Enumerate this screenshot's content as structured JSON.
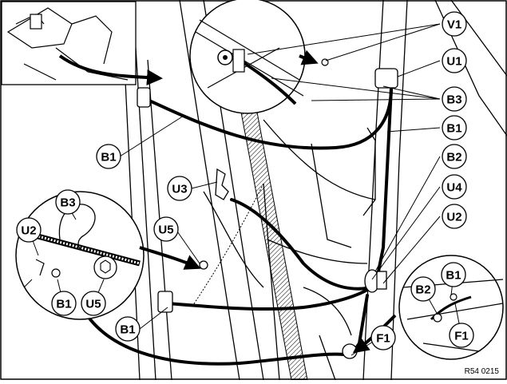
{
  "figure": {
    "id": "R54 0215",
    "callouts": {
      "v1": "V1",
      "u1": "U1",
      "b3_top": "B3",
      "b1_right": "B1",
      "b2_right": "B2",
      "u4": "U4",
      "u2_right": "U2",
      "b1_left": "B1",
      "u3": "U3",
      "u5_mid": "U5",
      "b3_inset": "B3",
      "u2_inset": "U2",
      "b1_inset": "B1",
      "u5_inset": "U5",
      "b1_lower": "B1",
      "f1_mid": "F1",
      "b1_br": "B1",
      "b2_br": "B2",
      "f1_br": "F1"
    }
  }
}
